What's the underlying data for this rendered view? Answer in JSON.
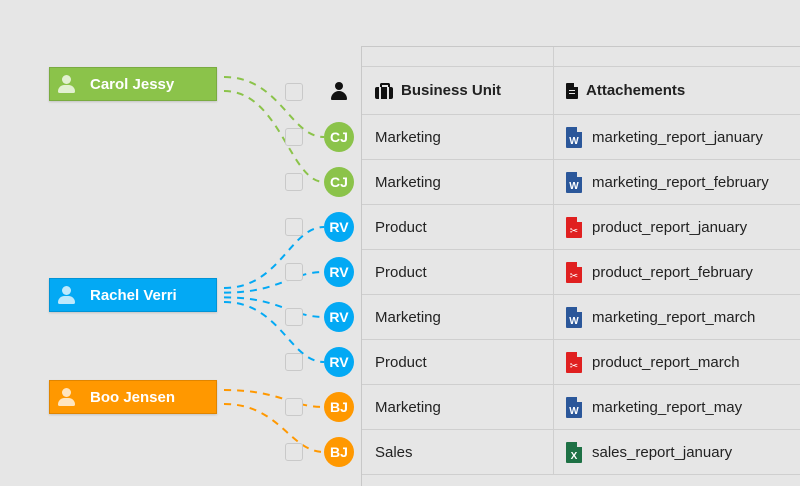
{
  "colors": {
    "carol": "#8bc34a",
    "rachel": "#03a9f4",
    "boo": "#ff9800"
  },
  "people": [
    {
      "name": "Carol Jessy",
      "color": "#8bc34a"
    },
    {
      "name": "Rachel Verri",
      "color": "#03a9f4"
    },
    {
      "name": "Boo Jensen",
      "color": "#ff9800"
    }
  ],
  "table": {
    "columns": {
      "business_unit": "Business Unit",
      "attachments": "Attachements"
    },
    "header_user_icon": "user-icon",
    "rows": [
      {
        "initials": "CJ",
        "business_unit": "Marketing",
        "file": "marketing_report_january",
        "filetype": "word"
      },
      {
        "initials": "CJ",
        "business_unit": "Marketing",
        "file": "marketing_report_february",
        "filetype": "word"
      },
      {
        "initials": "RV",
        "business_unit": "Product",
        "file": "product_report_january",
        "filetype": "pdf"
      },
      {
        "initials": "RV",
        "business_unit": "Product",
        "file": "product_report_february",
        "filetype": "pdf"
      },
      {
        "initials": "RV",
        "business_unit": "Marketing",
        "file": "marketing_report_march",
        "filetype": "word"
      },
      {
        "initials": "RV",
        "business_unit": "Product",
        "file": "product_report_march",
        "filetype": "pdf"
      },
      {
        "initials": "BJ",
        "business_unit": "Marketing",
        "file": "marketing_report_may",
        "filetype": "word"
      },
      {
        "initials": "BJ",
        "business_unit": "Sales",
        "file": "sales_report_january",
        "filetype": "excel"
      }
    ]
  },
  "filetype_icons": {
    "word": "W",
    "pdf": "✂",
    "excel": "X"
  }
}
